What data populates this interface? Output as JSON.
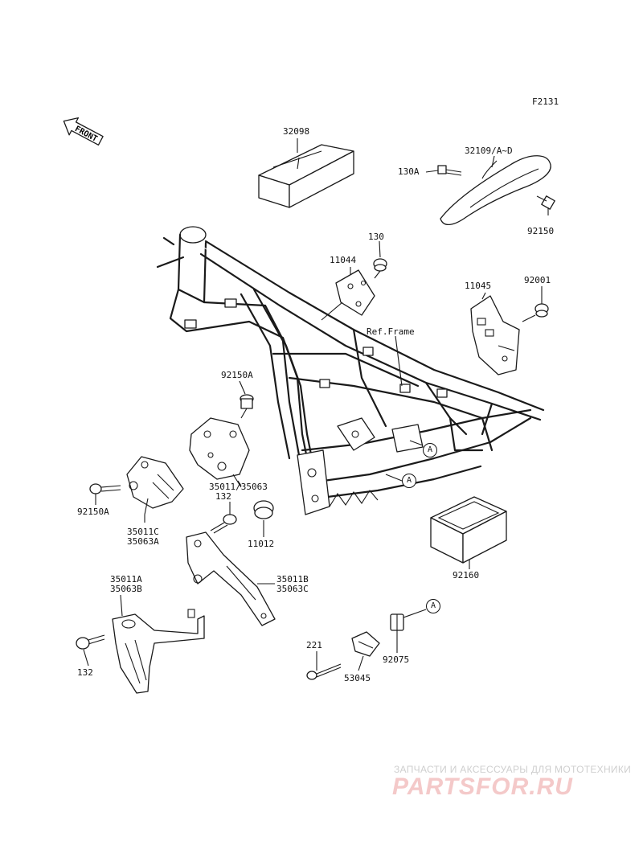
{
  "figure_code": "F2131",
  "front_arrow_text": "FRONT",
  "callout_letter": "A",
  "labels": {
    "p32098": "32098",
    "p32109": "32109/A~D",
    "p130a": "130A",
    "p92150": "92150",
    "p130": "130",
    "p11044": "11044",
    "p11045": "11045",
    "p92001": "92001",
    "ref_frame": "Ref.Frame",
    "p92150a_top": "92150A",
    "p35011_35063": "35011/35063",
    "p132_top": "132",
    "p92150a_left": "92150A",
    "p35011c": "35011C",
    "p35063a": "35063A",
    "p11012": "11012",
    "p92160": "92160",
    "p35011b": "35011B",
    "p35063c": "35063C",
    "p35011a": "35011A",
    "p35063b": "35063B",
    "p132_bottom": "132",
    "p221": "221",
    "p92075": "92075",
    "p53045": "53045"
  },
  "watermark": {
    "tagline": "ЗАПЧАСТИ И АКСЕССУАРЫ ДЛЯ МОТОТЕХНИКИ",
    "logo": "PARTSFOR.RU"
  }
}
